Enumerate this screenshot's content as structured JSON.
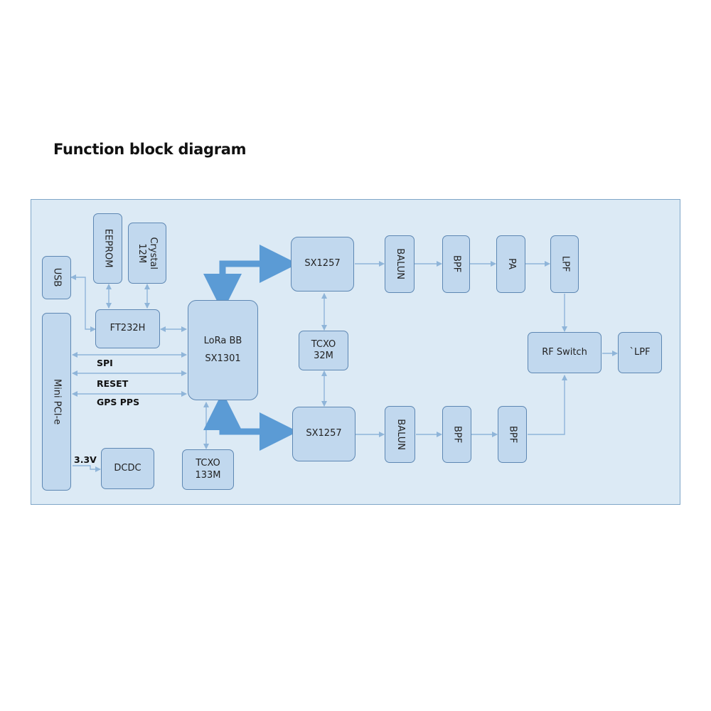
{
  "title": "Function block diagram",
  "colors": {
    "panel": "#dceaf5",
    "block": "#c1d8ee",
    "border": "#5d87b3",
    "wire": "#8fb5d9",
    "bus": "#5b9bd5"
  },
  "blocks": {
    "eeprom": "EEPROM",
    "crystal": [
      "Crystal",
      "12M"
    ],
    "usb": "USB",
    "ft232h": "FT232H",
    "lora": [
      "LoRa BB",
      "SX1301"
    ],
    "minipcie": "Mini PCI-e",
    "dcdc": "DCDC",
    "tcxo133": [
      "TCXO",
      "133M"
    ],
    "sx1257_top": "SX1257",
    "tcxo32": [
      "TCXO",
      "32M"
    ],
    "sx1257_bottom": "SX1257",
    "balun_top": "BALUN",
    "bpf_top": "BPF",
    "pa": "PA",
    "lpf_top": "LPF",
    "rf_switch": "RF Switch",
    "lpf_out": "`LPF",
    "balun_bottom": "BALUN",
    "bpf_bottom1": "BPF",
    "bpf_bottom2": "BPF"
  },
  "signals": {
    "spi": "SPI",
    "reset": "RESET",
    "gps_pps": "GPS PPS",
    "v33": "3.3V"
  }
}
